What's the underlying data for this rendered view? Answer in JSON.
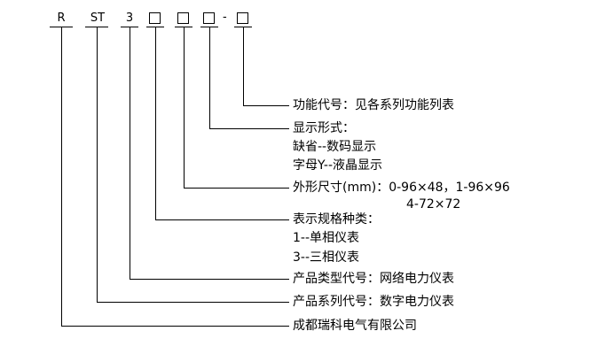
{
  "codes": {
    "r": "R",
    "st": "ST",
    "three": "3",
    "dash": "-"
  },
  "descriptions": {
    "function": "功能代号：见各系列功能列表",
    "display_title": "显示形式：",
    "display_opt1": "缺省--数码显示",
    "display_opt2": "字母Y--液晶显示",
    "size_title": "外形尺寸(mm)：0-96×48，1-96×96",
    "size_line2": "4-72×72",
    "spec_title": "表示规格种类：",
    "spec_opt1": "1--单相仪表",
    "spec_opt2": "3--三相仪表",
    "product_type": "产品类型代号：网络电力仪表",
    "product_series": "产品系列代号：数字电力仪表",
    "company": "成都瑞科电气有限公司"
  }
}
